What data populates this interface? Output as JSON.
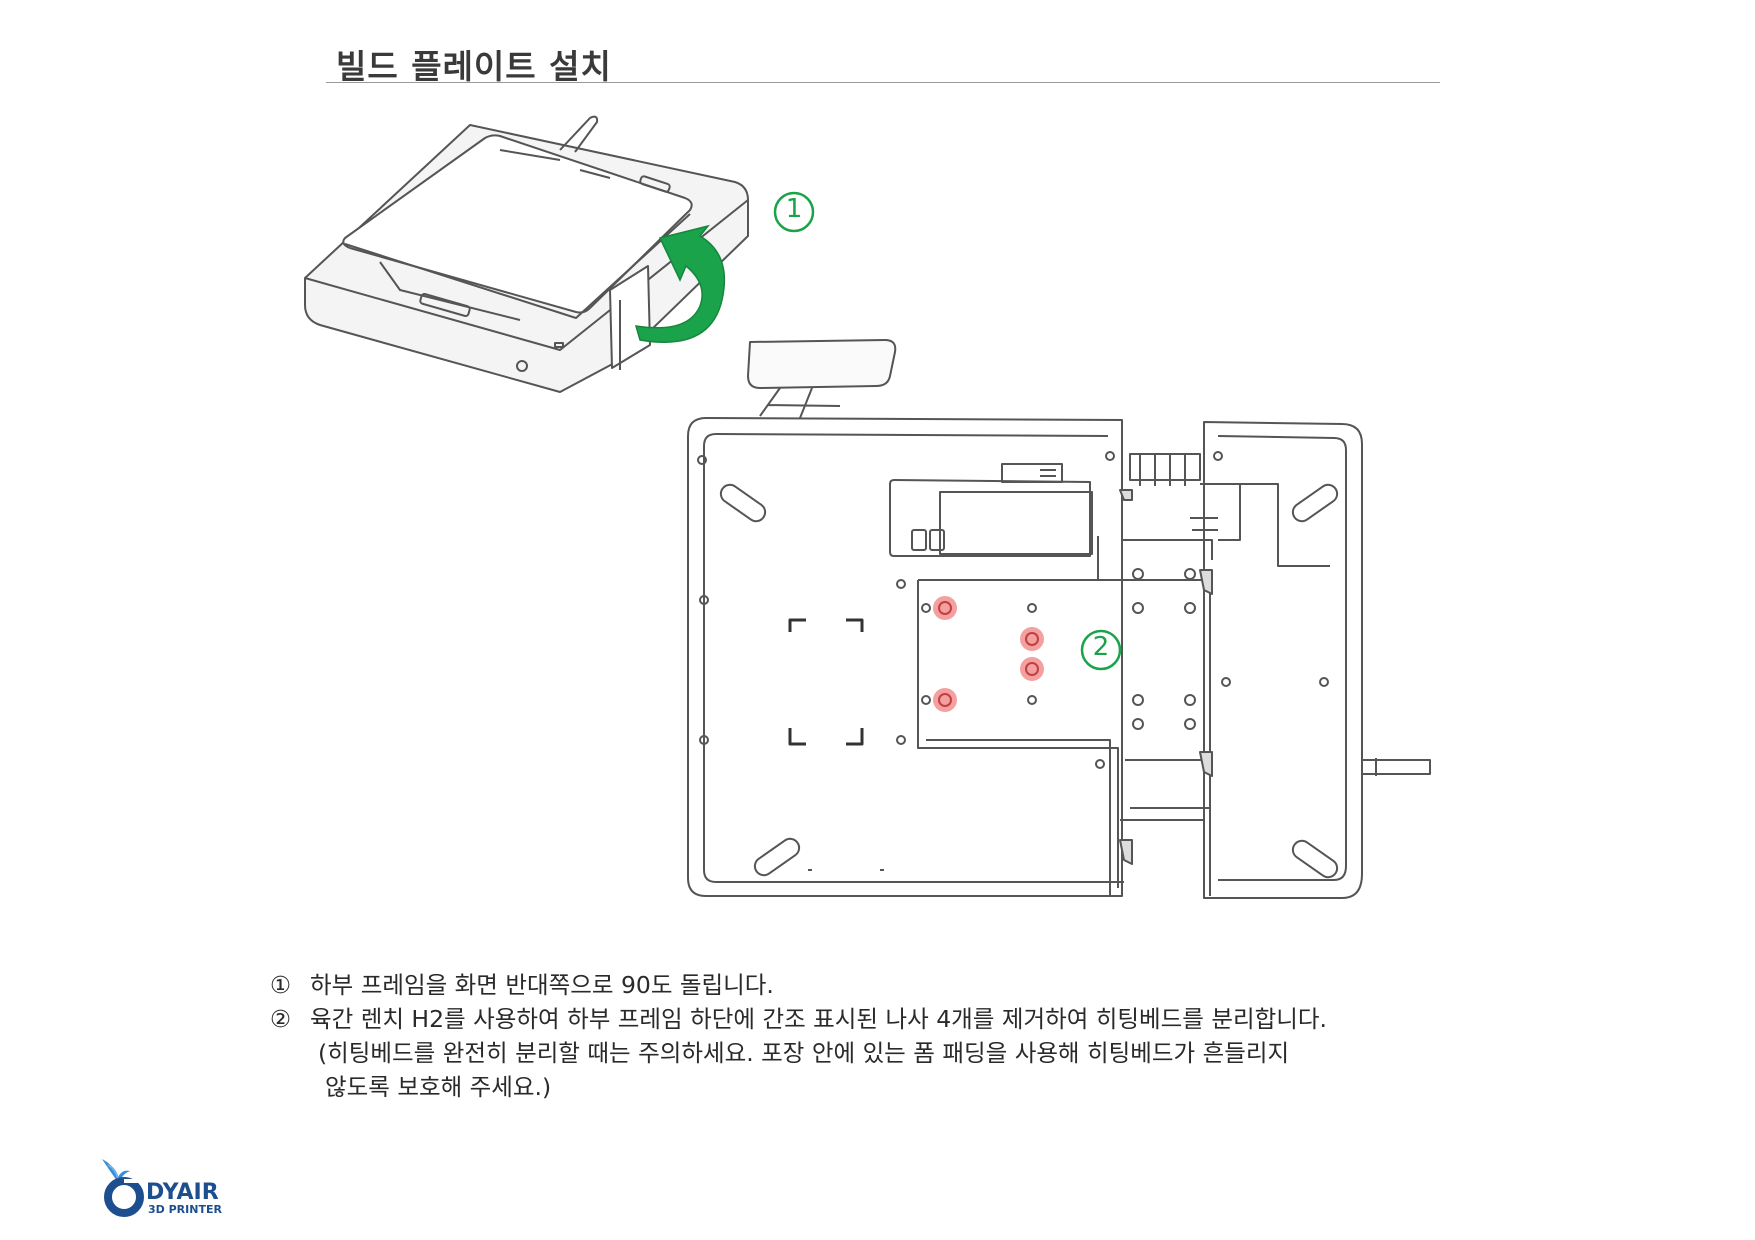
{
  "page": {
    "title": "빌드 플레이트 설치"
  },
  "figure": {
    "callout_1": "①",
    "callout_2": "②",
    "arrow_color": "#1aa34a",
    "highlight_color": "#f08080"
  },
  "instructions": [
    {
      "mark": "①",
      "text": "하부 프레임을 화면 반대쪽으로 90도 돌립니다."
    },
    {
      "mark": "②",
      "text": "육간 렌치 H2를 사용하여 하부 프레임 하단에 간조 표시된 나사 4개를 제거하여 히팅베드를 분리합니다."
    }
  ],
  "instruction_note": {
    "line1": "(히팅베드를 완전히 분리할 때는 주의하세요. 포장 안에 있는 폼 패딩을 사용해 히팅베드가 흔들리지",
    "line2": "않도록 보호해 주세요.)"
  },
  "logo": {
    "name": "DYAIR",
    "subtitle": "3D PRINTER",
    "color": "#1d4f8e"
  }
}
